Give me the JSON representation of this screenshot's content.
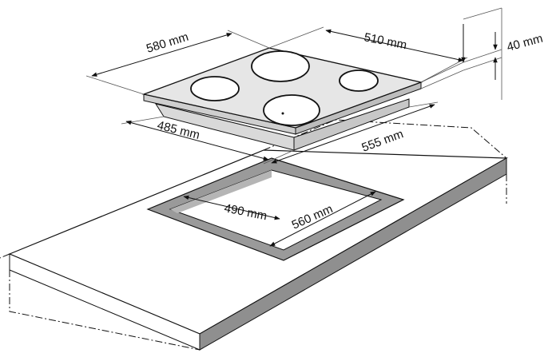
{
  "figure": {
    "colors": {
      "background": "#ffffff",
      "line": "#111111",
      "glass": "#e6e6e6",
      "glass_edge": "#cfcfcf",
      "cutout_rim": "#9a9a9a",
      "countertop_edge": "#8f8f8f"
    },
    "dimensions": {
      "hob_width": "580 mm",
      "hob_depth": "510 mm",
      "hob_height": "40 mm",
      "body_width": "485 mm",
      "body_depth": "555 mm",
      "cutout_depth": "490 mm",
      "cutout_width": "560 mm"
    }
  }
}
